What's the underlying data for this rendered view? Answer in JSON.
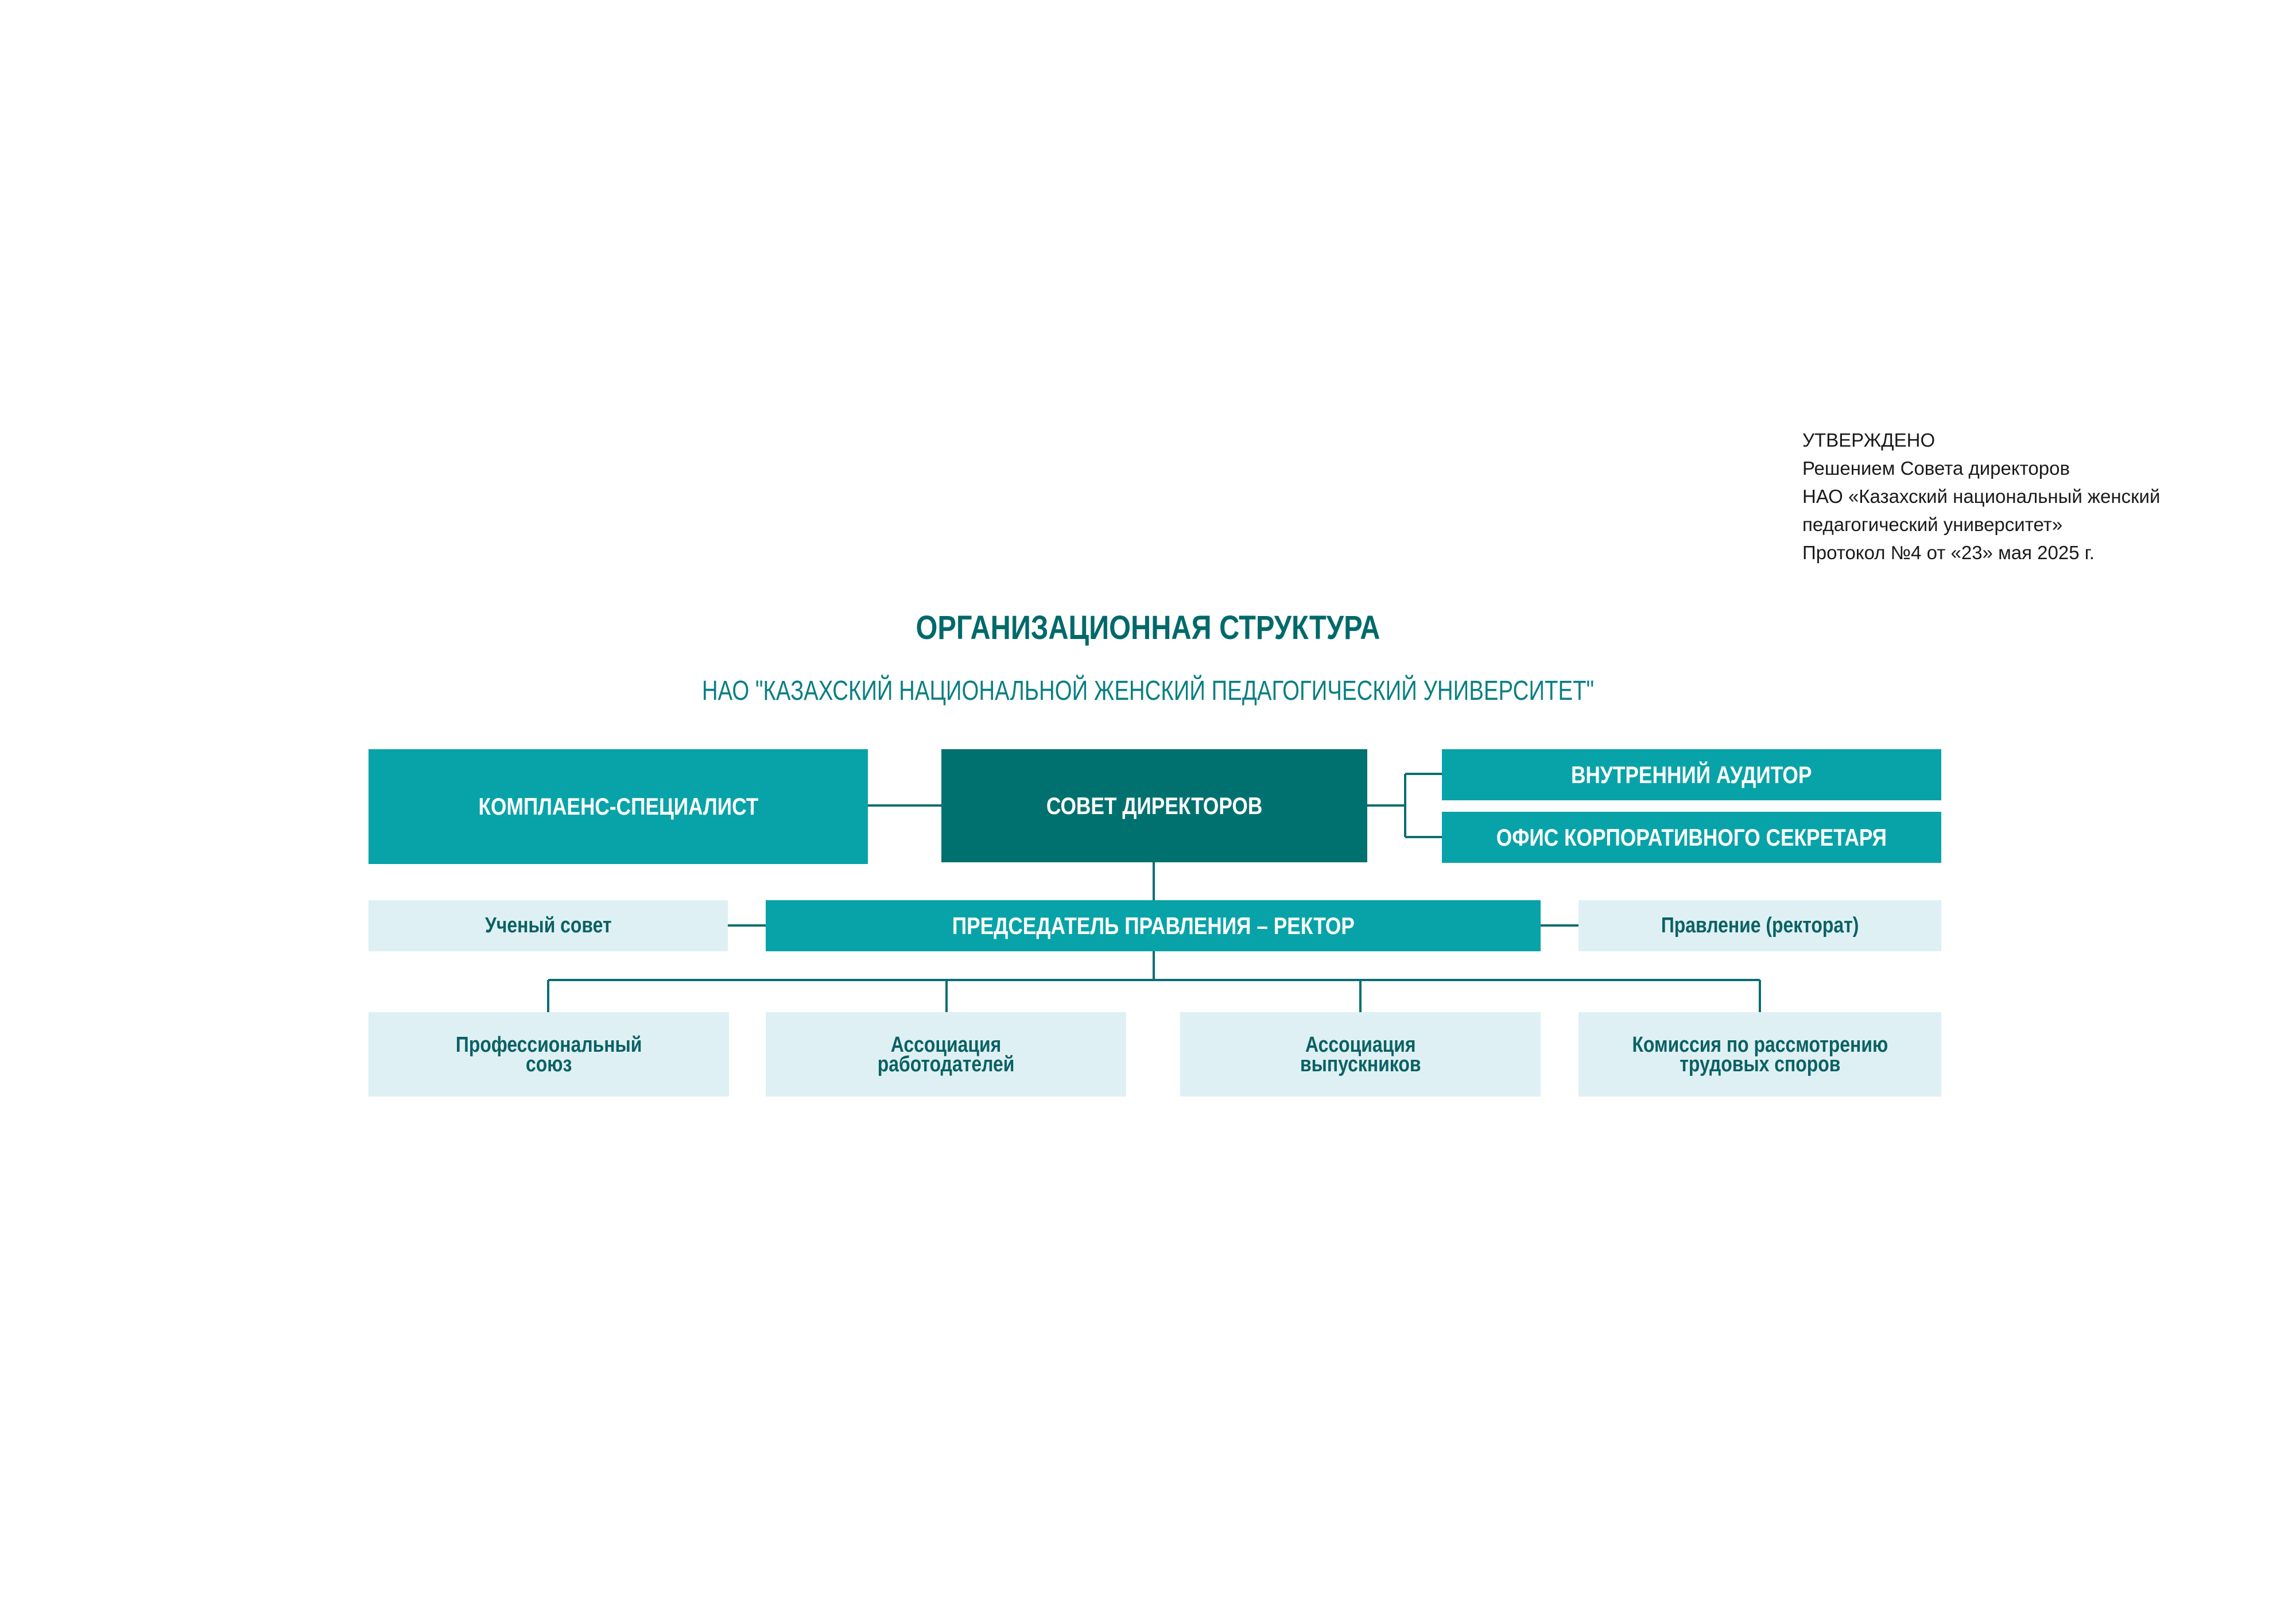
{
  "approval": {
    "lines": [
      "УТВЕРЖДЕНО",
      "Решением Совета директоров",
      "НАО «Казахский национальный женский",
      "педагогический университет»",
      "Протокол №4 от «23» мая 2025 г."
    ]
  },
  "title": "ОРГАНИЗАЦИОННАЯ СТРУКТУРА",
  "subtitle": "НАО \"КАЗАХСКИЙ НАЦИОНАЛЬНОЙ ЖЕНСКИЙ ПЕДАГОГИЧЕСКИЙ УНИВЕРСИТЕТ\"",
  "colors": {
    "teal": "#08a3a8",
    "dark_teal": "#00716f",
    "light": "#def0f3",
    "line": "#0b6e70"
  },
  "nodes": {
    "compliance": "КОМПЛАЕНС-СПЕЦИАЛИСТ",
    "board": "СОВЕТ ДИРЕКТОРОВ",
    "auditor": "ВНУТРЕННИЙ АУДИТОР",
    "secretary": "ОФИС КОРПОРАТИВНОГО СЕКРЕТАРЯ",
    "academic_council": "Ученый совет",
    "chairman": "ПРЕДСЕДАТЕЛЬ ПРАВЛЕНИЯ – РЕКТОР",
    "management": "Правление (ректорат)",
    "union": [
      "Профессиональный",
      "союз"
    ],
    "employers": [
      "Ассоциация",
      "работодателей"
    ],
    "alumni": [
      "Ассоциация",
      "выпускников"
    ],
    "labor_commission": [
      "Комиссия по рассмотрению",
      "трудовых споров"
    ]
  }
}
